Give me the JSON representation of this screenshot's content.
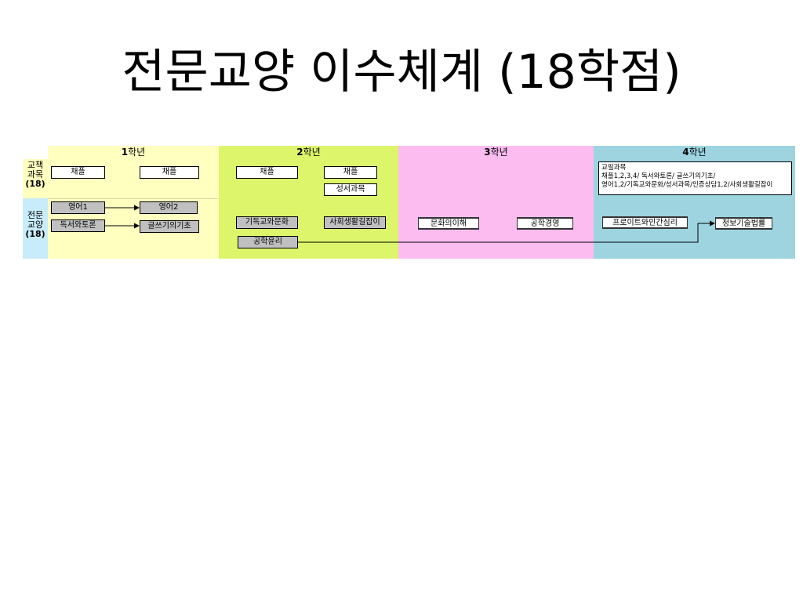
{
  "title": "전문교양 이수체계 (18학점)",
  "years": [
    {
      "num": "1",
      "label": "학년"
    },
    {
      "num": "2",
      "label": "학년"
    },
    {
      "num": "3",
      "label": "학년"
    },
    {
      "num": "4",
      "label": "학년"
    }
  ],
  "rows": [
    {
      "line1": "교책",
      "line2": "과목",
      "credits": "(18)"
    },
    {
      "line1": "전문",
      "line2": "교양",
      "credits": "(18)"
    }
  ],
  "courses": {
    "chapel_1a": "채플",
    "chapel_1b": "채플",
    "chapel_2a": "채플",
    "chapel_2b": "채플",
    "bible": "성서과목",
    "english1": "영어1",
    "english2": "영어2",
    "reading": "독서와토론",
    "writing": "글쓰기의기초",
    "christian": "기독교와문화",
    "social": "사회생활길잡이",
    "ethics": "공학윤리",
    "culture": "문화의이해",
    "management": "공학경영",
    "freud": "프로이트와인간심리",
    "infolaw": "정보기술법률"
  },
  "note": {
    "line1": "교필과목",
    "line2": "채플1,2,3,4/ 독서와토론/ 글쓰기의기초/",
    "line3": "영어1,2/기독교와문화/성서과목/인증상담1,2/사회생활길잡이"
  },
  "colors": {
    "year1": "#ffffc0",
    "year2": "#ddf56a",
    "year3": "#fcbcf0",
    "year4": "#9dd4e0",
    "side_top": "#ffffc0",
    "side_bottom": "#c8ecfa"
  }
}
